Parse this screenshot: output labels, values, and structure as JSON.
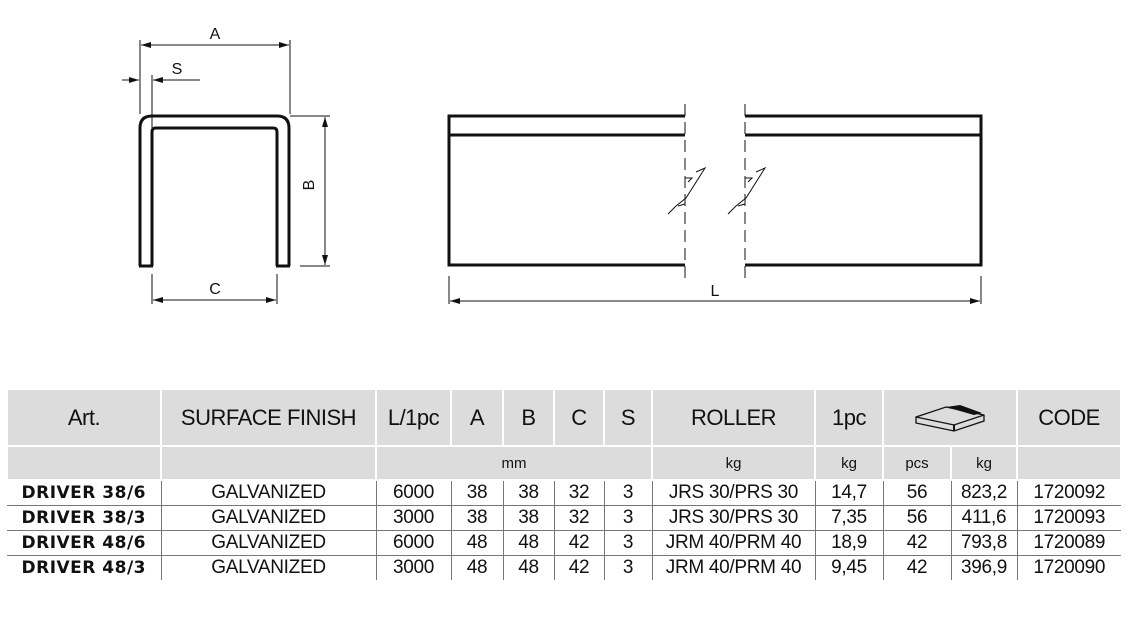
{
  "drawing": {
    "cross_section": {
      "dim_a_label": "A",
      "dim_b_label": "B",
      "dim_c_label": "C",
      "dim_s_label": "S"
    },
    "side_view": {
      "dim_l_label": "L"
    }
  },
  "table": {
    "headers": {
      "art": "Art.",
      "surface_finish": "SURFACE FINISH",
      "length": "L/1pc",
      "a": "A",
      "b": "B",
      "c": "C",
      "s": "S",
      "roller": "ROLLER",
      "weight_1pc": "1pc",
      "package_icon": "package-icon",
      "code": "CODE"
    },
    "units": {
      "dimensions": "mm",
      "roller": "kg",
      "weight_1pc": "kg",
      "package_pcs": "pcs",
      "package_kg": "kg"
    },
    "rows": [
      {
        "art": "DRIVER 38/6",
        "finish": "GALVANIZED",
        "length": "6000",
        "a": "38",
        "b": "38",
        "c": "32",
        "s": "3",
        "roller": "JRS 30/PRS 30",
        "weight": "14,7",
        "pcs": "56",
        "pack_kg": "823,2",
        "code": "1720092"
      },
      {
        "art": "DRIVER 38/3",
        "finish": "GALVANIZED",
        "length": "3000",
        "a": "38",
        "b": "38",
        "c": "32",
        "s": "3",
        "roller": "JRS 30/PRS 30",
        "weight": "7,35",
        "pcs": "56",
        "pack_kg": "411,6",
        "code": "1720093"
      },
      {
        "art": "DRIVER 48/6",
        "finish": "GALVANIZED",
        "length": "6000",
        "a": "48",
        "b": "48",
        "c": "42",
        "s": "3",
        "roller": "JRM 40/PRM 40",
        "weight": "18,9",
        "pcs": "42",
        "pack_kg": "793,8",
        "code": "1720089"
      },
      {
        "art": "DRIVER 48/3",
        "finish": "GALVANIZED",
        "length": "3000",
        "a": "48",
        "b": "48",
        "c": "42",
        "s": "3",
        "roller": "JRM 40/PRM 40",
        "weight": "9,45",
        "pcs": "42",
        "pack_kg": "396,9",
        "code": "1720090"
      }
    ]
  }
}
